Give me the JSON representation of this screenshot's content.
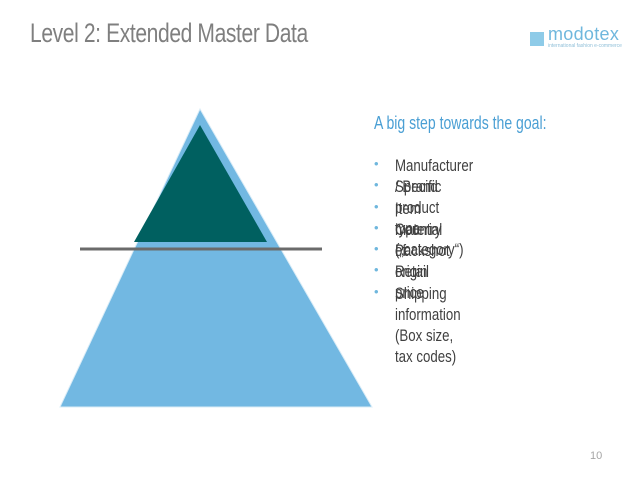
{
  "slide": {
    "title": "Level 2: Extended Master Data",
    "page_number": "10"
  },
  "logo": {
    "name": "modotex",
    "tagline": "international fashion e-commerce"
  },
  "content": {
    "heading": "A big step towards the goal:",
    "bullet_symbol": "•",
    "bullets": [
      "Manufacturer / Brand",
      "Specific product type („category“)",
      "Item material",
      "Country of origin",
      "Packshot",
      "Retail price",
      "Shipping information\n(Box size, tax codes)"
    ]
  },
  "colors": {
    "title": "#7f7f7f",
    "heading": "#4a9fd4",
    "pyramid_base": "#72b8e2",
    "pyramid_top": "#006060",
    "divider_line": "#6b6b6b",
    "logo_accent": "#8ecbe8"
  }
}
